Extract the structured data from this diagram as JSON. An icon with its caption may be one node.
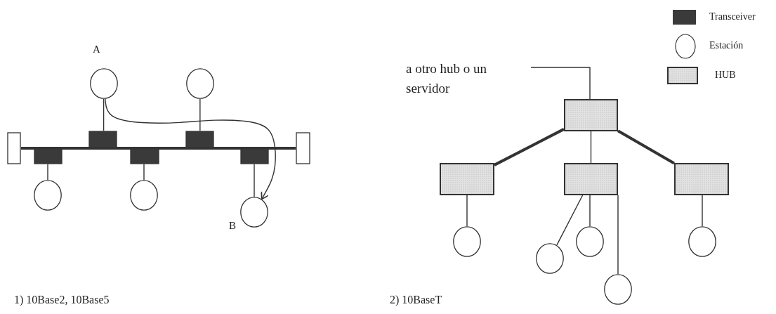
{
  "diagram": {
    "nodes": [
      {
        "text": [],
        "shape": "circle",
        "beside": [
          "A"
        ]
      },
      {
        "text": [],
        "shape": "circle"
      },
      {
        "text": [],
        "shape": "box"
      },
      {
        "text": [],
        "shape": "box"
      },
      {
        "text": [],
        "shape": "box"
      },
      {
        "text": [],
        "shape": "box"
      },
      {
        "text": [],
        "shape": "box"
      },
      {
        "text": [],
        "shape": "box"
      },
      {
        "text": [],
        "shape": "box"
      },
      {
        "text": [],
        "shape": "circle"
      },
      {
        "text": [],
        "shape": "circle"
      },
      {
        "text": [],
        "shape": "circle",
        "beside": [
          "B"
        ]
      },
      {
        "text": [
          "a otro hub o un servidor"
        ]
      },
      {
        "text": [],
        "shape": "box"
      },
      {
        "text": [],
        "shape": "box"
      },
      {
        "text": [],
        "shape": "box"
      },
      {
        "text": [],
        "shape": "box"
      },
      {
        "text": [],
        "shape": "circle"
      },
      {
        "text": [],
        "shape": "circle"
      },
      {
        "text": [],
        "shape": "circle"
      },
      {
        "text": [],
        "shape": "circle"
      },
      {
        "text": [],
        "shape": "circle"
      }
    ],
    "edges": [
      {
        "from": 4,
        "to": 8,
        "arrow": "none",
        "style": "thick"
      },
      {
        "from": 0,
        "to": 2,
        "arrow": "none"
      },
      {
        "from": 1,
        "to": 3,
        "arrow": "none"
      },
      {
        "from": 5,
        "to": 9,
        "arrow": "none"
      },
      {
        "from": 6,
        "to": 10,
        "arrow": "none"
      },
      {
        "from": 7,
        "to": 11,
        "arrow": "none"
      },
      {
        "from": 0,
        "to": 11,
        "arrow": "to"
      },
      {
        "from": 12,
        "to": 13,
        "arrow": "none"
      },
      {
        "from": 13,
        "to": 14,
        "arrow": "none",
        "style": "thick"
      },
      {
        "from": 13,
        "to": 15,
        "arrow": "none"
      },
      {
        "from": 13,
        "to": 16,
        "arrow": "none",
        "style": "thick"
      },
      {
        "from": 14,
        "to": 17,
        "arrow": "none"
      },
      {
        "from": 15,
        "to": 18,
        "arrow": "none"
      },
      {
        "from": 15,
        "to": 19,
        "arrow": "none"
      },
      {
        "from": 15,
        "to": 20,
        "arrow": "none"
      },
      {
        "from": 16,
        "to": 21,
        "arrow": "none"
      }
    ],
    "labels": [
      "1) 10Base2, 10Base5",
      "2) 10BaseT"
    ],
    "legend": [
      {
        "text": "Transceiver",
        "color": "#3a3a3a"
      },
      {
        "text": "Estación"
      },
      {
        "text": "HUB",
        "color": "#dcdcdc"
      }
    ]
  }
}
